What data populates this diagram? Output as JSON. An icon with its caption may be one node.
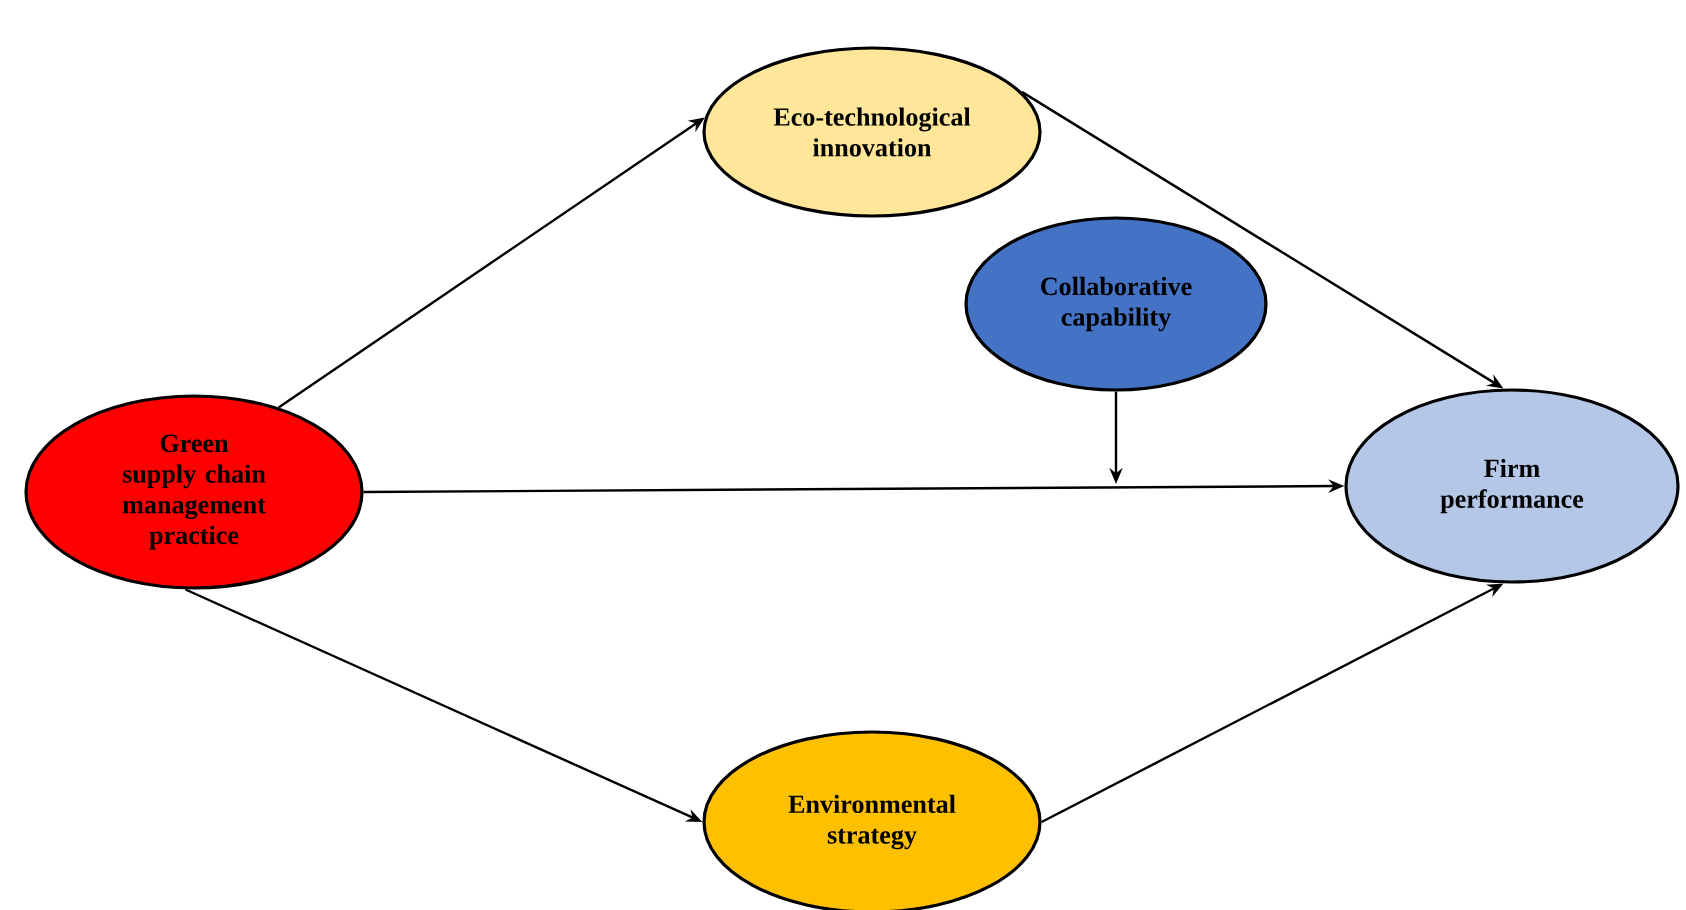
{
  "diagram": {
    "nodes": [
      {
        "text": [
          "Green supply chain management practice"
        ]
      },
      {
        "text": [
          "Eco-technological innovation"
        ]
      },
      {
        "text": [
          "Collaborative capability"
        ]
      },
      {
        "text": [
          "Firm performance"
        ]
      },
      {
        "text": [
          "Environmental strategy"
        ]
      }
    ],
    "edges": [
      {
        "from": 0,
        "to": 1,
        "arrow": "to"
      },
      {
        "from": 1,
        "to": 3,
        "arrow": "to"
      },
      {
        "from": 0,
        "to": 3,
        "arrow": "to"
      },
      {
        "from": 2,
        "to": null,
        "arrow": "to"
      },
      {
        "from": 0,
        "to": 4,
        "arrow": "to"
      },
      {
        "from": 4,
        "to": 3,
        "arrow": "to"
      }
    ]
  }
}
